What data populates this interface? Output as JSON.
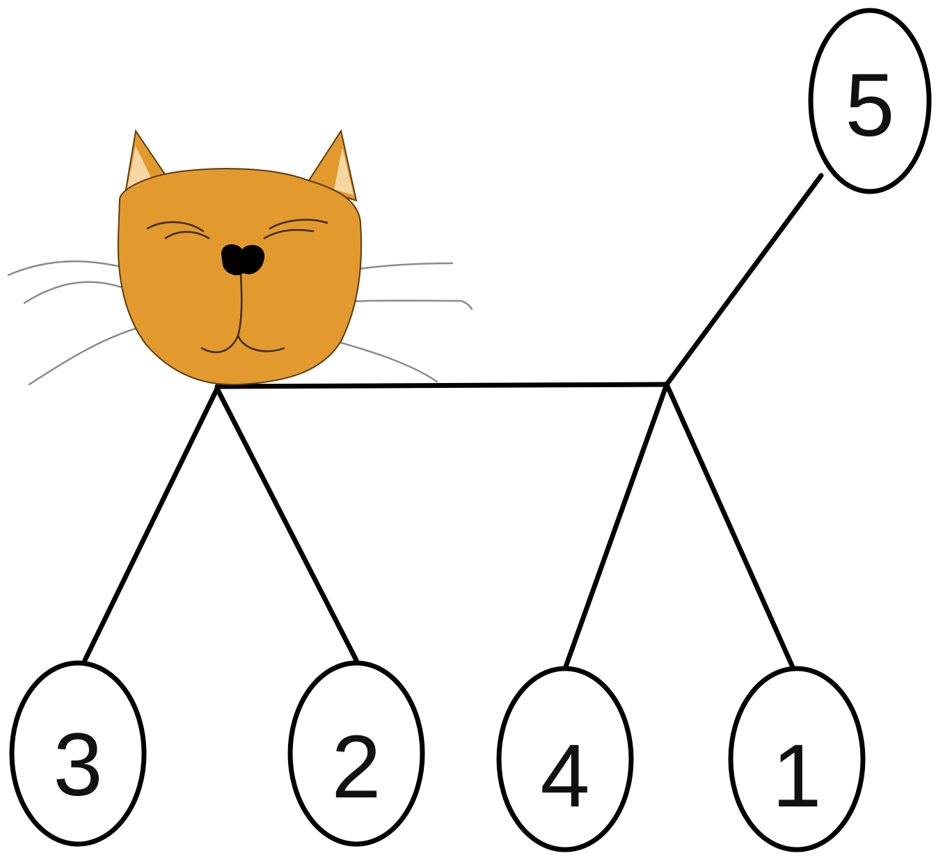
{
  "diagram": {
    "type": "tree",
    "nodes": [
      {
        "id": "n5",
        "label": "5"
      },
      {
        "id": "n3",
        "label": "3"
      },
      {
        "id": "n2",
        "label": "2"
      },
      {
        "id": "n4",
        "label": "4"
      },
      {
        "id": "n1",
        "label": "1"
      }
    ],
    "edges": [
      {
        "from": "root",
        "to": "junction"
      },
      {
        "from": "junction",
        "to": "n5"
      },
      {
        "from": "root",
        "to": "n3"
      },
      {
        "from": "root",
        "to": "n2"
      },
      {
        "from": "junction",
        "to": "n4"
      },
      {
        "from": "junction",
        "to": "n1"
      }
    ],
    "root_picture": "cat-head-icon",
    "colors": {
      "cat_fur": "#e29a2e",
      "cat_ear_inner": "#f6d7a4",
      "cat_nose": "#000000",
      "edge": "#000000",
      "whisker": "#8a8a8a"
    }
  }
}
